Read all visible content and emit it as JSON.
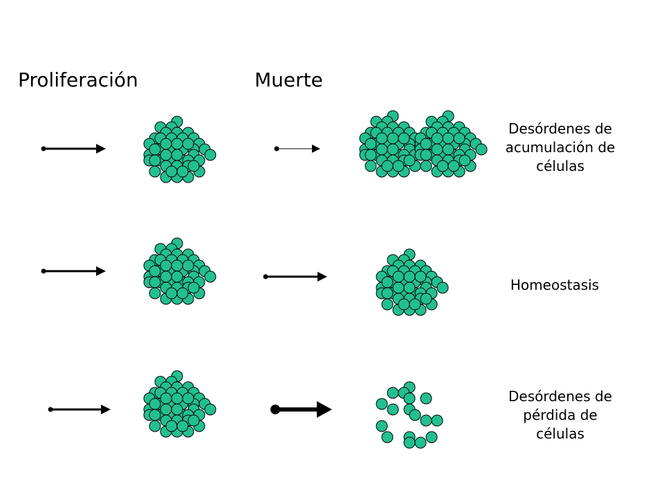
{
  "headings": {
    "proliferation": "Proliferación",
    "death": "Muerte"
  },
  "outcomes": [
    {
      "lines": [
        "Desórdenes de",
        "acumulación de",
        "células"
      ]
    },
    {
      "lines": [
        "Homeostasis"
      ]
    },
    {
      "lines": [
        "Desórdenes de",
        "pérdida de",
        "células"
      ]
    }
  ],
  "colors": {
    "cell_fill": "#20c090",
    "cell_stroke": "#000000",
    "arrow": "#000000"
  }
}
